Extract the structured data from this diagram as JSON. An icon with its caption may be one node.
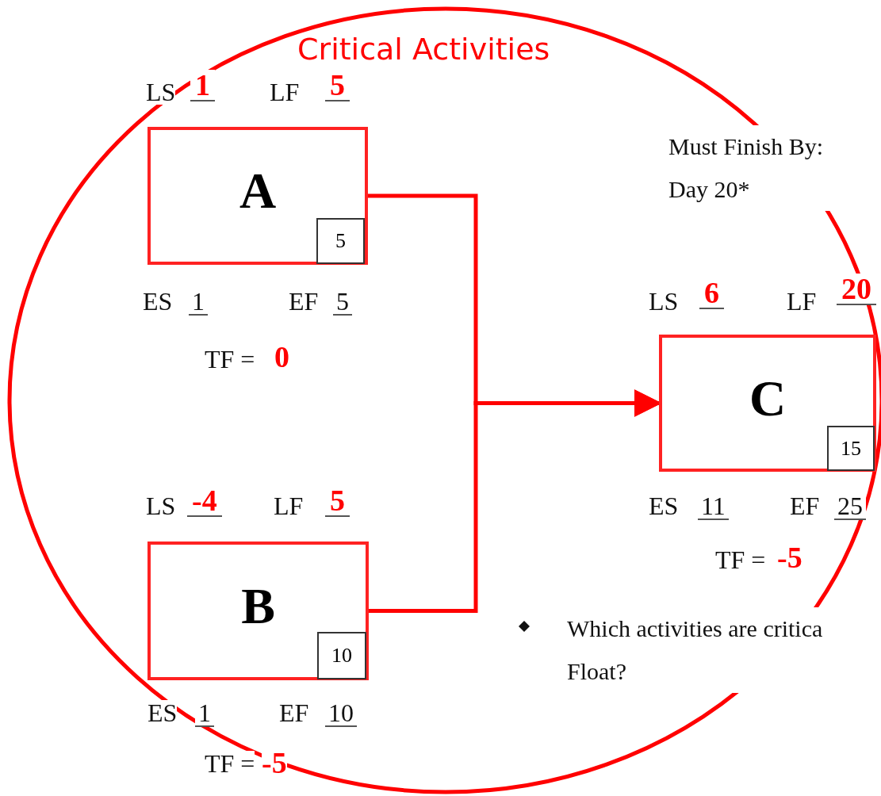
{
  "diagram": {
    "title": "Critical Activities",
    "nodes": [
      {
        "text": [
          "A"
        ],
        "beside": [
          "LS",
          "1",
          "LF",
          "5",
          "ES",
          "1",
          "EF",
          "5",
          "TF =",
          "0"
        ]
      },
      {
        "text": [
          "5"
        ],
        "in": 0
      },
      {
        "text": [
          "B"
        ],
        "beside": [
          "LS",
          "-4",
          "LF",
          "5",
          "ES",
          "1",
          "EF",
          "10",
          "TF =",
          "-5"
        ]
      },
      {
        "text": [
          "10"
        ],
        "in": 2
      },
      {
        "text": [
          "C"
        ],
        "beside": [
          "LS",
          "6",
          "LF",
          "20",
          "ES",
          "11",
          "EF",
          "25",
          "TF =",
          "-5"
        ]
      },
      {
        "text": [
          "15"
        ],
        "in": 4
      }
    ],
    "edges": [
      {
        "from": 0,
        "to": 4,
        "arrow": "to"
      },
      {
        "from": 2,
        "to": 4,
        "arrow": "to"
      }
    ],
    "labels": [
      "Must Finish By: Day 20*",
      "Which activities are critica Float?"
    ]
  }
}
